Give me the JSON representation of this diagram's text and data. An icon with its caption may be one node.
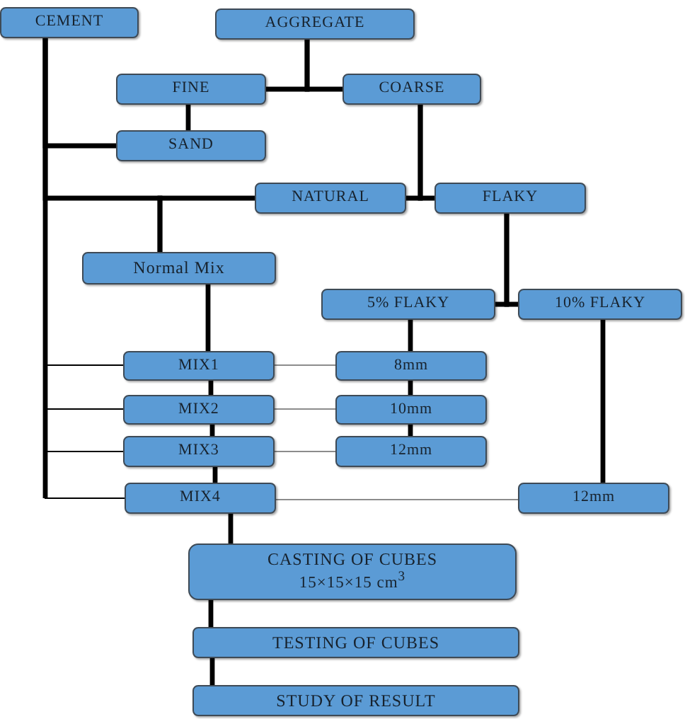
{
  "diagram": {
    "nodes": [
      {
        "text": [
          "CEMENT"
        ]
      },
      {
        "text": [
          "AGGREGATE"
        ]
      },
      {
        "text": [
          "FINE"
        ]
      },
      {
        "text": [
          "COARSE"
        ]
      },
      {
        "text": [
          "SAND"
        ]
      },
      {
        "text": [
          "NATURAL"
        ]
      },
      {
        "text": [
          "FLAKY"
        ]
      },
      {
        "text": [
          "Normal Mix"
        ]
      },
      {
        "text": [
          "5% FLAKY"
        ]
      },
      {
        "text": [
          "10% FLAKY"
        ]
      },
      {
        "text": [
          "MIX1"
        ]
      },
      {
        "text": [
          "8mm"
        ]
      },
      {
        "text": [
          "MIX2"
        ]
      },
      {
        "text": [
          "10mm"
        ]
      },
      {
        "text": [
          "MIX3"
        ]
      },
      {
        "text": [
          "12mm"
        ]
      },
      {
        "text": [
          "MIX4"
        ]
      },
      {
        "text": [
          "12mm"
        ]
      },
      {
        "text": [
          "CASTING OF CUBES",
          "15×15×15 cm$^{3}$"
        ]
      },
      {
        "text": [
          "TESTING OF CUBES"
        ]
      },
      {
        "text": [
          "STUDY OF RESULT"
        ]
      }
    ],
    "edges": [
      {
        "from": 1,
        "to": 2,
        "arrow": "none"
      },
      {
        "from": 1,
        "to": 3,
        "arrow": "none"
      },
      {
        "from": 2,
        "to": 4,
        "arrow": "none"
      },
      {
        "from": 0,
        "to": 4,
        "arrow": "none"
      },
      {
        "from": 0,
        "to": 7,
        "arrow": "none"
      },
      {
        "from": 5,
        "to": 7,
        "arrow": "none"
      },
      {
        "from": 3,
        "to": 5,
        "arrow": "none"
      },
      {
        "from": 3,
        "to": 6,
        "arrow": "none"
      },
      {
        "from": 6,
        "to": 8,
        "arrow": "none"
      },
      {
        "from": 6,
        "to": 9,
        "arrow": "none"
      },
      {
        "from": 7,
        "to": 10,
        "arrow": "none"
      },
      {
        "from": 0,
        "to": 10,
        "arrow": "none"
      },
      {
        "from": 10,
        "to": 11,
        "arrow": "none",
        "color": "#8c8c8c"
      },
      {
        "from": 8,
        "to": 11,
        "arrow": "none"
      },
      {
        "from": 10,
        "to": 12,
        "arrow": "none"
      },
      {
        "from": 0,
        "to": 12,
        "arrow": "none"
      },
      {
        "from": 12,
        "to": 13,
        "arrow": "none",
        "color": "#8c8c8c"
      },
      {
        "from": 11,
        "to": 13,
        "arrow": "none"
      },
      {
        "from": 12,
        "to": 14,
        "arrow": "none"
      },
      {
        "from": 0,
        "to": 14,
        "arrow": "none"
      },
      {
        "from": 14,
        "to": 15,
        "arrow": "none",
        "color": "#8c8c8c"
      },
      {
        "from": 13,
        "to": 15,
        "arrow": "none"
      },
      {
        "from": 14,
        "to": 16,
        "arrow": "none"
      },
      {
        "from": 0,
        "to": 16,
        "arrow": "none"
      },
      {
        "from": 16,
        "to": 17,
        "arrow": "none",
        "color": "#8c8c8c"
      },
      {
        "from": 9,
        "to": 17,
        "arrow": "none"
      },
      {
        "from": 16,
        "to": 18,
        "arrow": "none"
      },
      {
        "from": 18,
        "to": 19,
        "arrow": "none"
      },
      {
        "from": 19,
        "to": 20,
        "arrow": "none"
      }
    ]
  }
}
